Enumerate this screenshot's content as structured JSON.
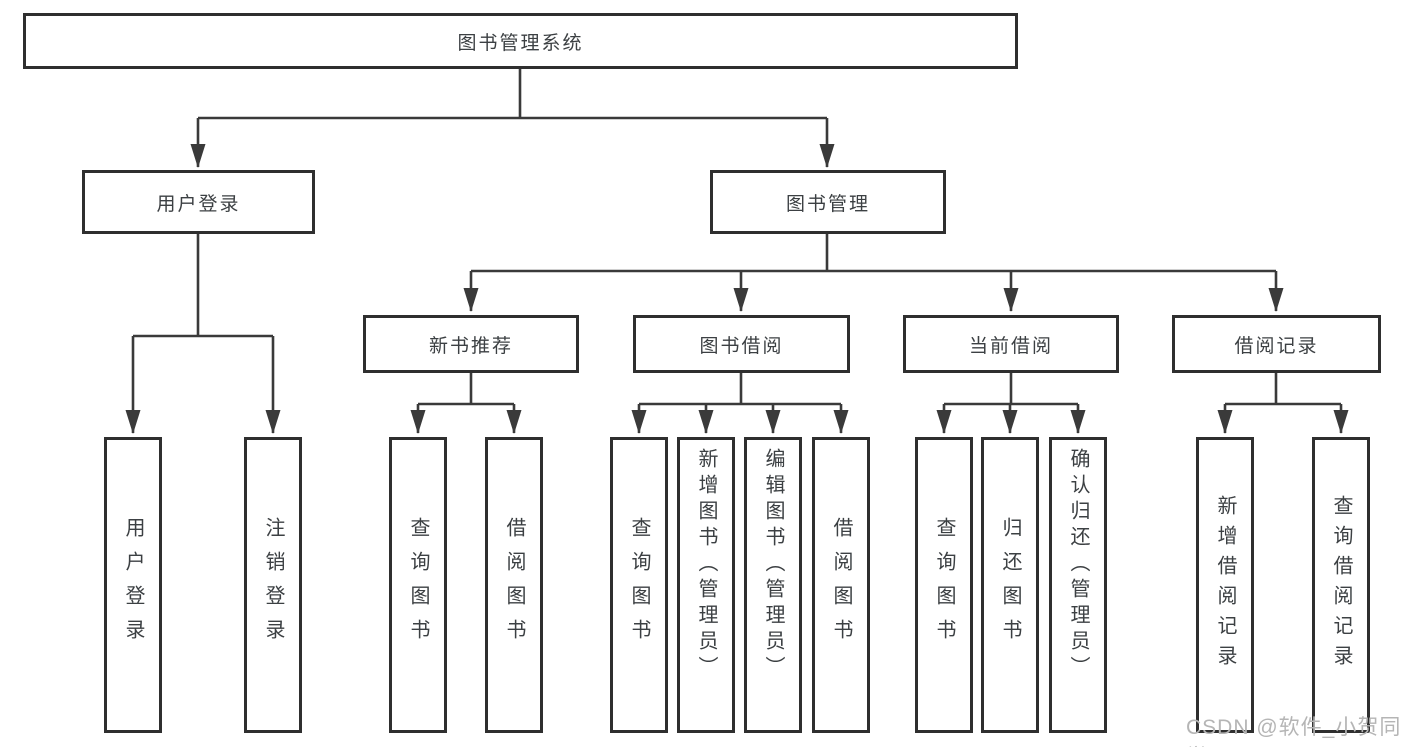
{
  "colors": {
    "line": "#3a3a3a",
    "border": "#2f2f2f",
    "text": "#3c4043",
    "watermark": "#b5b5b5",
    "bg": "#ffffff"
  },
  "nodes": {
    "root": "图书管理系统",
    "user_login": "用户登录",
    "book_manage": "图书管理",
    "new_book_rec": "新书推荐",
    "book_borrow": "图书借阅",
    "current_borrow": "当前借阅",
    "borrow_record": "借阅记录",
    "leaf_user_login": "用户登录",
    "leaf_logout_login": "注销登录",
    "leaf_rec_query_book": "查询图书",
    "leaf_rec_borrow_book": "借阅图书",
    "leaf_bb_query_book": "查询图书",
    "leaf_bb_add_book": "新增图书（管理员）",
    "leaf_bb_edit_book": "编辑图书（管理员）",
    "leaf_bb_borrow_book": "借阅图书",
    "leaf_cb_query_book": "查询图书",
    "leaf_cb_return_book": "归还图书",
    "leaf_cb_confirm_return": "确认归还（管理员）",
    "leaf_br_add_record": "新增借阅记录",
    "leaf_br_query_record": "查询借阅记录"
  },
  "watermark": {
    "text": "CSDN @软件_小贺同学"
  }
}
